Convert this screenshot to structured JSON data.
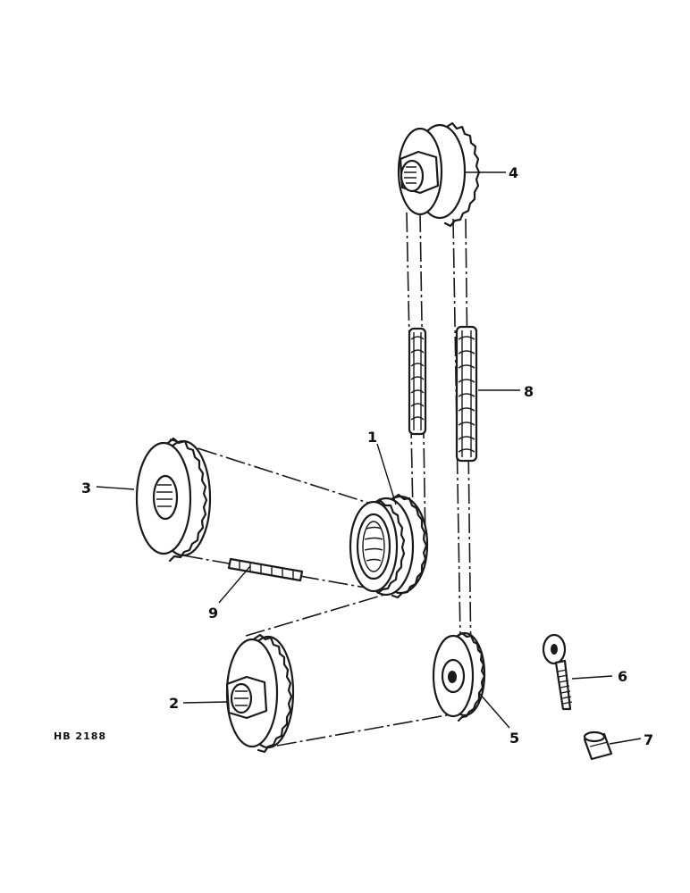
{
  "figure": {
    "reference": "HB 2188"
  },
  "callouts": [
    {
      "id": "1",
      "label": "1"
    },
    {
      "id": "2",
      "label": "2"
    },
    {
      "id": "3",
      "label": "3"
    },
    {
      "id": "4",
      "label": "4"
    },
    {
      "id": "5",
      "label": "5"
    },
    {
      "id": "6",
      "label": "6"
    },
    {
      "id": "7",
      "label": "7"
    },
    {
      "id": "8",
      "label": "8"
    },
    {
      "id": "9",
      "label": "9"
    }
  ]
}
